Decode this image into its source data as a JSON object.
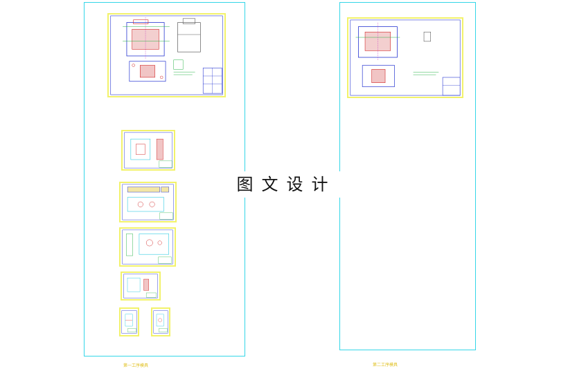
{
  "watermark": {
    "text": "图文设计"
  },
  "left_panel": {
    "caption": "第一工序模具"
  },
  "right_panel": {
    "caption": "第二工序模具"
  },
  "colors": {
    "frame": "#33d6e8",
    "sheet_border": "#f2f26a",
    "line_cyan": "#22c8e0",
    "line_blue": "#2030d0",
    "line_red": "#d02020",
    "line_green": "#20b040",
    "line_magenta": "#c030c0"
  }
}
